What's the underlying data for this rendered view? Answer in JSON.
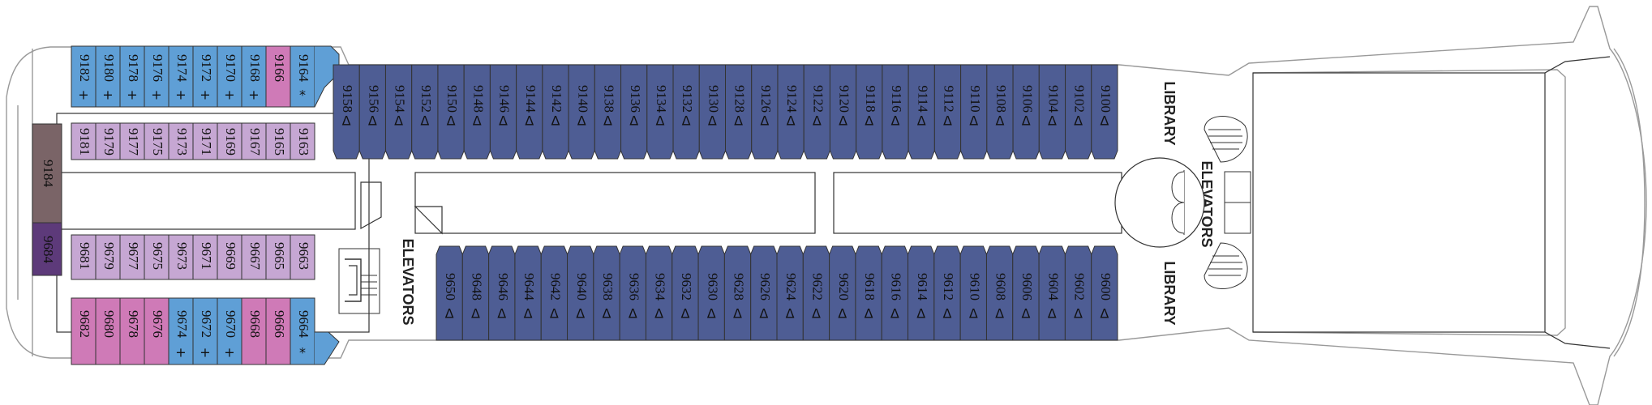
{
  "legend_colors": {
    "navy": "#4e5d94",
    "blue": "#5f9fd6",
    "lilac": "#c6a7d3",
    "pink": "#cf7ab7",
    "taupe": "#7a6467",
    "purple": "#5d3a7a"
  },
  "symbols": {
    "triangle": "Δ",
    "cross": "+",
    "star": "*"
  },
  "labels": {
    "library_top": "LIBRARY",
    "library_bottom": "LIBRARY",
    "elevators_mid": "ELEVATORS",
    "elevators_aft": "ELEVATORS"
  },
  "aft_suites": [
    {
      "num": "9184",
      "color": "taupe"
    },
    {
      "num": "9684",
      "color": "purple"
    }
  ],
  "aft_top_row": [
    {
      "num": "9182",
      "color": "blue",
      "symbol": "cross"
    },
    {
      "num": "9180",
      "color": "blue",
      "symbol": "cross"
    },
    {
      "num": "9178",
      "color": "blue",
      "symbol": "cross"
    },
    {
      "num": "9176",
      "color": "blue",
      "symbol": "cross"
    },
    {
      "num": "9174",
      "color": "blue",
      "symbol": "cross"
    },
    {
      "num": "9172",
      "color": "blue",
      "symbol": "cross"
    },
    {
      "num": "9170",
      "color": "blue",
      "symbol": "cross"
    },
    {
      "num": "9168",
      "color": "blue",
      "symbol": "cross"
    },
    {
      "num": "9166",
      "color": "pink",
      "symbol": ""
    },
    {
      "num": "9164",
      "color": "blue",
      "symbol": "star"
    }
  ],
  "aft_inner_top": [
    {
      "num": "9181",
      "color": "lilac"
    },
    {
      "num": "9179",
      "color": "lilac"
    },
    {
      "num": "9177",
      "color": "lilac"
    },
    {
      "num": "9175",
      "color": "lilac"
    },
    {
      "num": "9173",
      "color": "lilac"
    },
    {
      "num": "9171",
      "color": "lilac"
    },
    {
      "num": "9169",
      "color": "lilac"
    },
    {
      "num": "9167",
      "color": "lilac"
    },
    {
      "num": "9165",
      "color": "lilac"
    },
    {
      "num": "9163",
      "color": "lilac"
    }
  ],
  "aft_inner_bottom": [
    {
      "num": "9681",
      "color": "lilac"
    },
    {
      "num": "9679",
      "color": "lilac"
    },
    {
      "num": "9677",
      "color": "lilac"
    },
    {
      "num": "9675",
      "color": "lilac"
    },
    {
      "num": "9673",
      "color": "lilac"
    },
    {
      "num": "9671",
      "color": "lilac"
    },
    {
      "num": "9669",
      "color": "lilac"
    },
    {
      "num": "9667",
      "color": "lilac"
    },
    {
      "num": "9665",
      "color": "lilac"
    },
    {
      "num": "9663",
      "color": "lilac"
    }
  ],
  "aft_bottom_row": [
    {
      "num": "9682",
      "color": "pink",
      "symbol": ""
    },
    {
      "num": "9680",
      "color": "pink",
      "symbol": ""
    },
    {
      "num": "9678",
      "color": "pink",
      "symbol": ""
    },
    {
      "num": "9676",
      "color": "pink",
      "symbol": ""
    },
    {
      "num": "9674",
      "color": "blue",
      "symbol": "cross"
    },
    {
      "num": "9672",
      "color": "blue",
      "symbol": "cross"
    },
    {
      "num": "9670",
      "color": "blue",
      "symbol": "cross"
    },
    {
      "num": "9668",
      "color": "pink",
      "symbol": ""
    },
    {
      "num": "9666",
      "color": "pink",
      "symbol": ""
    },
    {
      "num": "9664",
      "color": "blue",
      "symbol": "star"
    }
  ],
  "fwd_top_row": [
    "9158",
    "9156",
    "9154",
    "9152",
    "9150",
    "9148",
    "9146",
    "9144",
    "9142",
    "9140",
    "9138",
    "9136",
    "9134",
    "9132",
    "9130",
    "9128",
    "9126",
    "9124",
    "9122",
    "9120",
    "9118",
    "9116",
    "9114",
    "9112",
    "9110",
    "9108",
    "9106",
    "9104",
    "9102",
    "9100"
  ],
  "fwd_bottom_row": [
    "9650",
    "9648",
    "9646",
    "9644",
    "9642",
    "9640",
    "9638",
    "9636",
    "9634",
    "9632",
    "9630",
    "9628",
    "9626",
    "9624",
    "9622",
    "9620",
    "9618",
    "9616",
    "9614",
    "9612",
    "9610",
    "9608",
    "9606",
    "9604",
    "9602",
    "9600"
  ]
}
